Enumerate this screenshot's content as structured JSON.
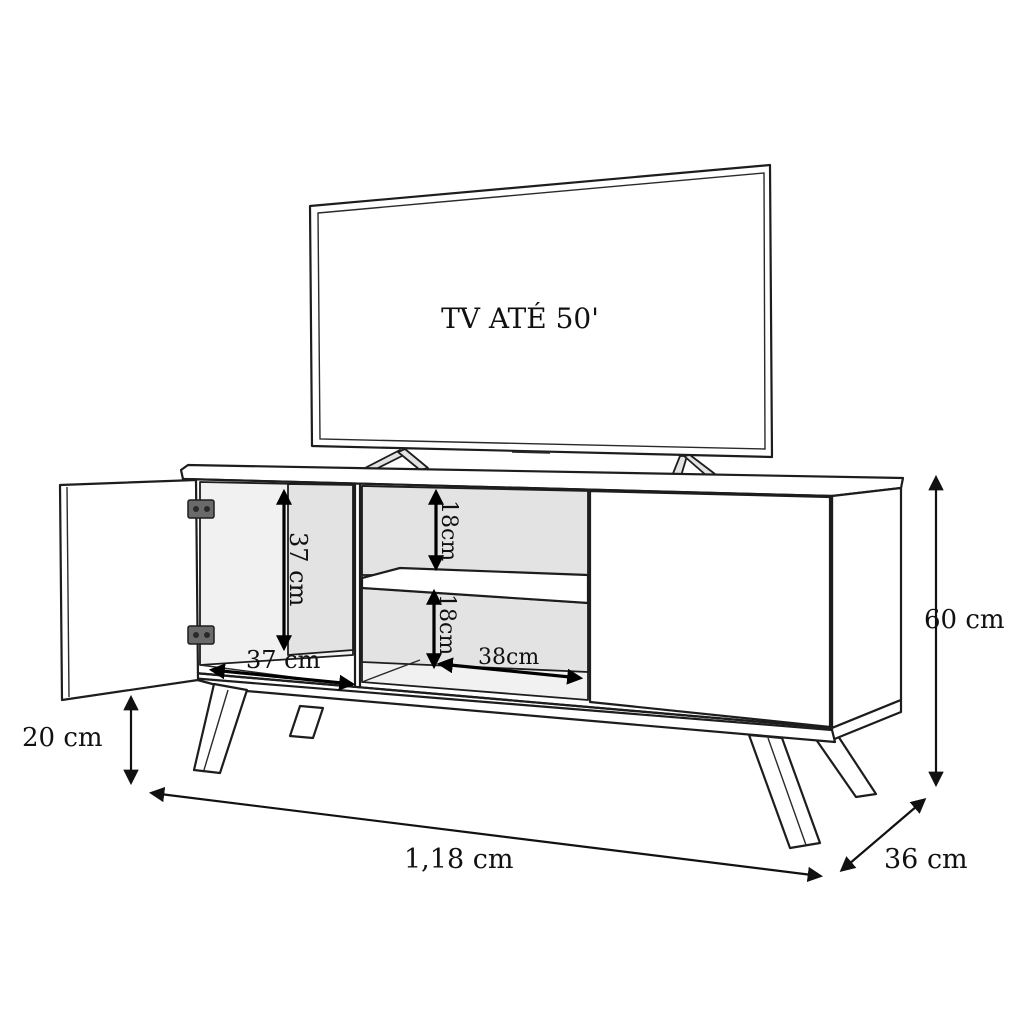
{
  "tv": {
    "label": "TV ATÉ 50'"
  },
  "dimensions": {
    "niche_height": "37 cm",
    "niche_depth": "37 cm",
    "shelf_top_height": "18cm",
    "shelf_bottom_height": "18cm",
    "shelf_width": "38cm",
    "total_height": "60 cm",
    "leg_height": "20 cm",
    "total_width": "1,18 cm",
    "total_depth": "36 cm"
  }
}
